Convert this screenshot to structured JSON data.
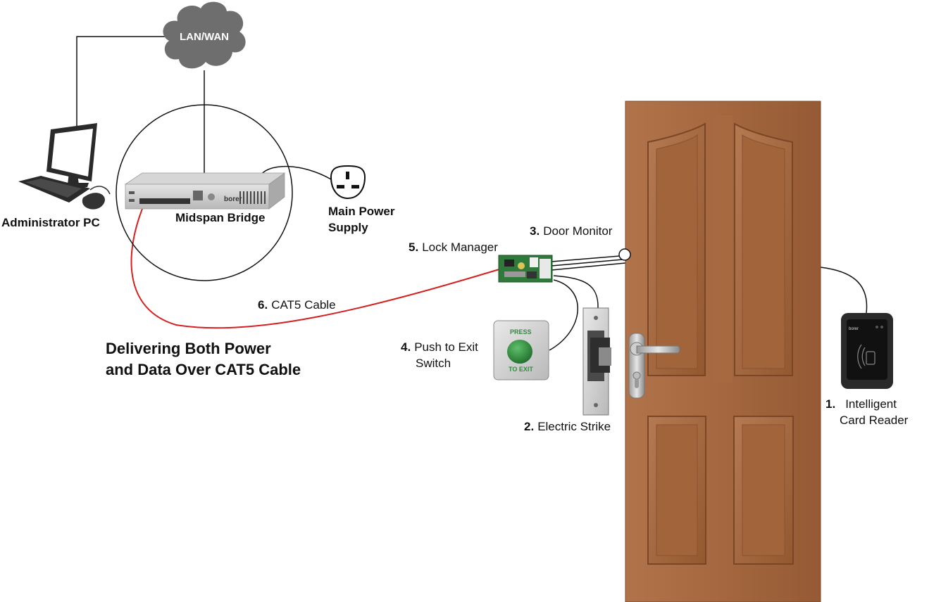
{
  "network": {
    "label": "LAN/WAN"
  },
  "pc": {
    "label": "Administrator PC"
  },
  "midspan": {
    "label": "Midspan Bridge",
    "brand": "borer"
  },
  "power": {
    "line1": "Main Power",
    "line2": "Supply"
  },
  "headline": {
    "line1": "Delivering Both Power",
    "line2": "and Data Over CAT5 Cable"
  },
  "components": {
    "card_reader": {
      "number": "1.",
      "line1": "Intelligent",
      "line2": "Card Reader",
      "brand": "borer"
    },
    "electric_strike": {
      "number": "2.",
      "label": "Electric Strike"
    },
    "door_monitor": {
      "number": "3.",
      "label": "Door Monitor"
    },
    "exit_switch": {
      "number": "4.",
      "line1": "Push to Exit",
      "line2": "Switch",
      "button_top": "PRESS",
      "button_bottom": "TO EXIT"
    },
    "lock_manager": {
      "number": "5.",
      "label": "Lock Manager"
    },
    "cable": {
      "number": "6.",
      "label": "CAT5 Cable"
    }
  },
  "colors": {
    "cable": "#d42020",
    "wire": "#111111",
    "cloud": "#6e6e6e",
    "door": "#a0663f",
    "door_panel": "#9a5f39",
    "exit_button": "#2e8b3c",
    "pcb": "#2f7a3a"
  }
}
